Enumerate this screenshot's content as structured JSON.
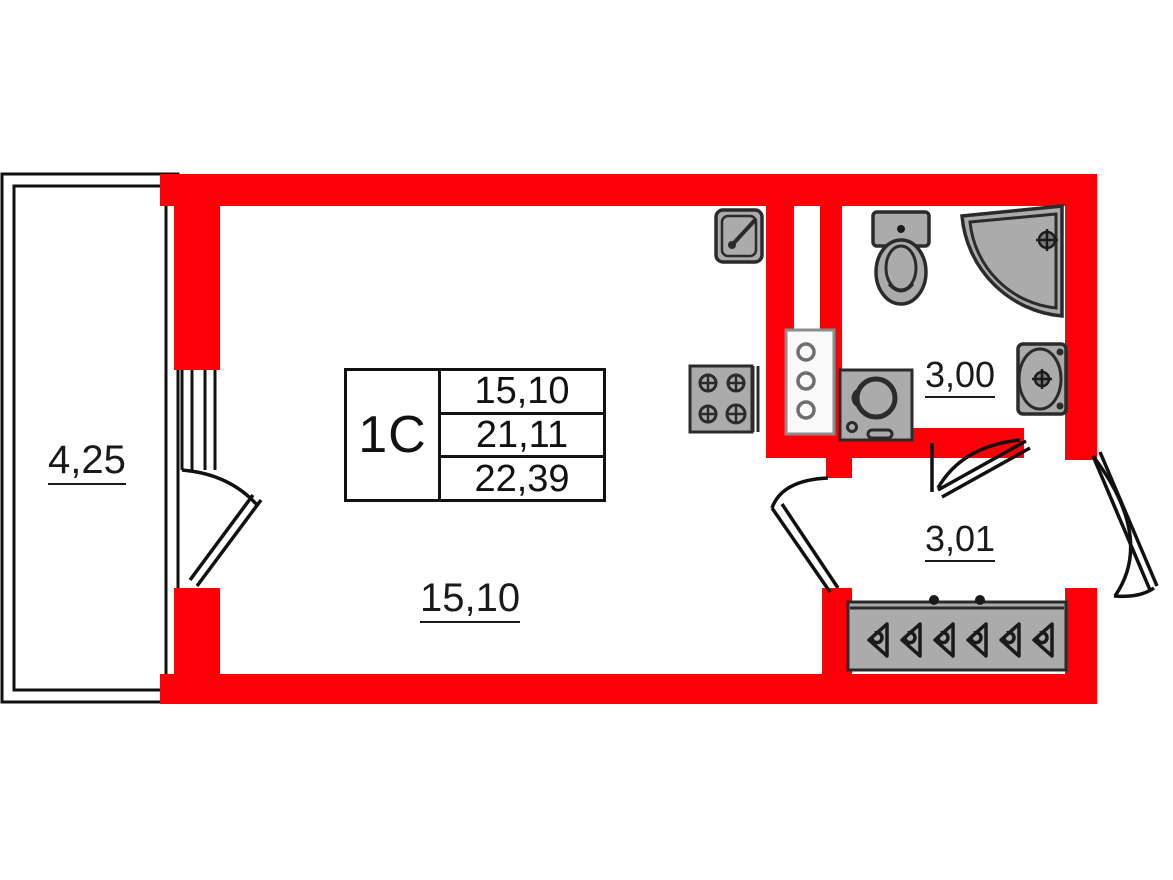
{
  "plan": {
    "unit_type": "1C",
    "colors": {
      "wall": "#FB0007",
      "outline": "#111111",
      "fixture_fill": "#ABABAB",
      "fixture_stroke": "#2B2B2B",
      "riser_fill": "#FAFAFA",
      "text": "#1A1A1A"
    },
    "info_table": {
      "type_label": "1C",
      "values": [
        "15,10",
        "21,11",
        "22,39"
      ]
    },
    "rooms": [
      {
        "key": "balcony",
        "name": "balcony",
        "area": "4,25"
      },
      {
        "key": "living",
        "name": "living-room",
        "area": "15,10"
      },
      {
        "key": "bathroom",
        "name": "bathroom",
        "area": "3,00"
      },
      {
        "key": "hall",
        "name": "hallway",
        "area": "3,01"
      }
    ],
    "fixtures": [
      {
        "key": "kitchen-sink",
        "label": "kitchen sink"
      },
      {
        "key": "cooktop",
        "label": "four burner cooktop"
      },
      {
        "key": "riser-shaft",
        "label": "pipe riser shaft"
      },
      {
        "key": "washing-machine",
        "label": "washing machine"
      },
      {
        "key": "toilet",
        "label": "toilet"
      },
      {
        "key": "shower-tray",
        "label": "corner shower tray"
      },
      {
        "key": "washbasin",
        "label": "washbasin"
      },
      {
        "key": "wardrobe",
        "label": "wardrobe with hangers"
      }
    ],
    "doors": [
      {
        "key": "balcony-door",
        "label": "balcony door"
      },
      {
        "key": "room-door",
        "label": "living room door"
      },
      {
        "key": "bathroom-door",
        "label": "bathroom door"
      },
      {
        "key": "entrance-door",
        "label": "entrance door"
      }
    ],
    "wardrobe_hanger_count": 6
  }
}
